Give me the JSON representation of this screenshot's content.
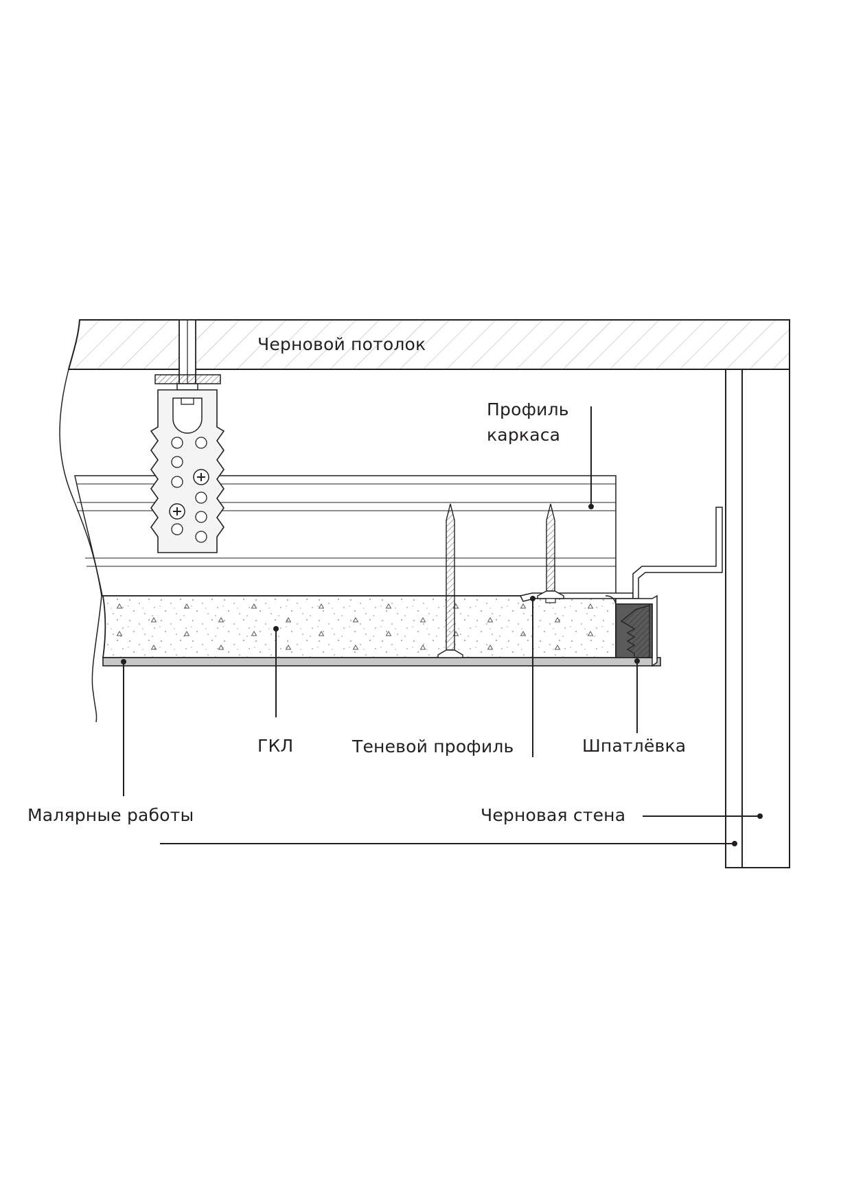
{
  "labels": {
    "ceiling": "Черновой потолок",
    "frame_profile_line1": "Профиль",
    "frame_profile_line2": "каркаса",
    "gkl": "ГКЛ",
    "shadow_profile": "Теневой профиль",
    "putty": "Шпатлёвка",
    "painting": "Малярные работы",
    "wall": "Черновая стена"
  },
  "colors": {
    "line": "#231f20",
    "fill_light": "#f4f4f4",
    "hatch": "#b8b8b8",
    "putty_fill": "#5a5a5a",
    "paint_strip": "#c7c7c7"
  }
}
